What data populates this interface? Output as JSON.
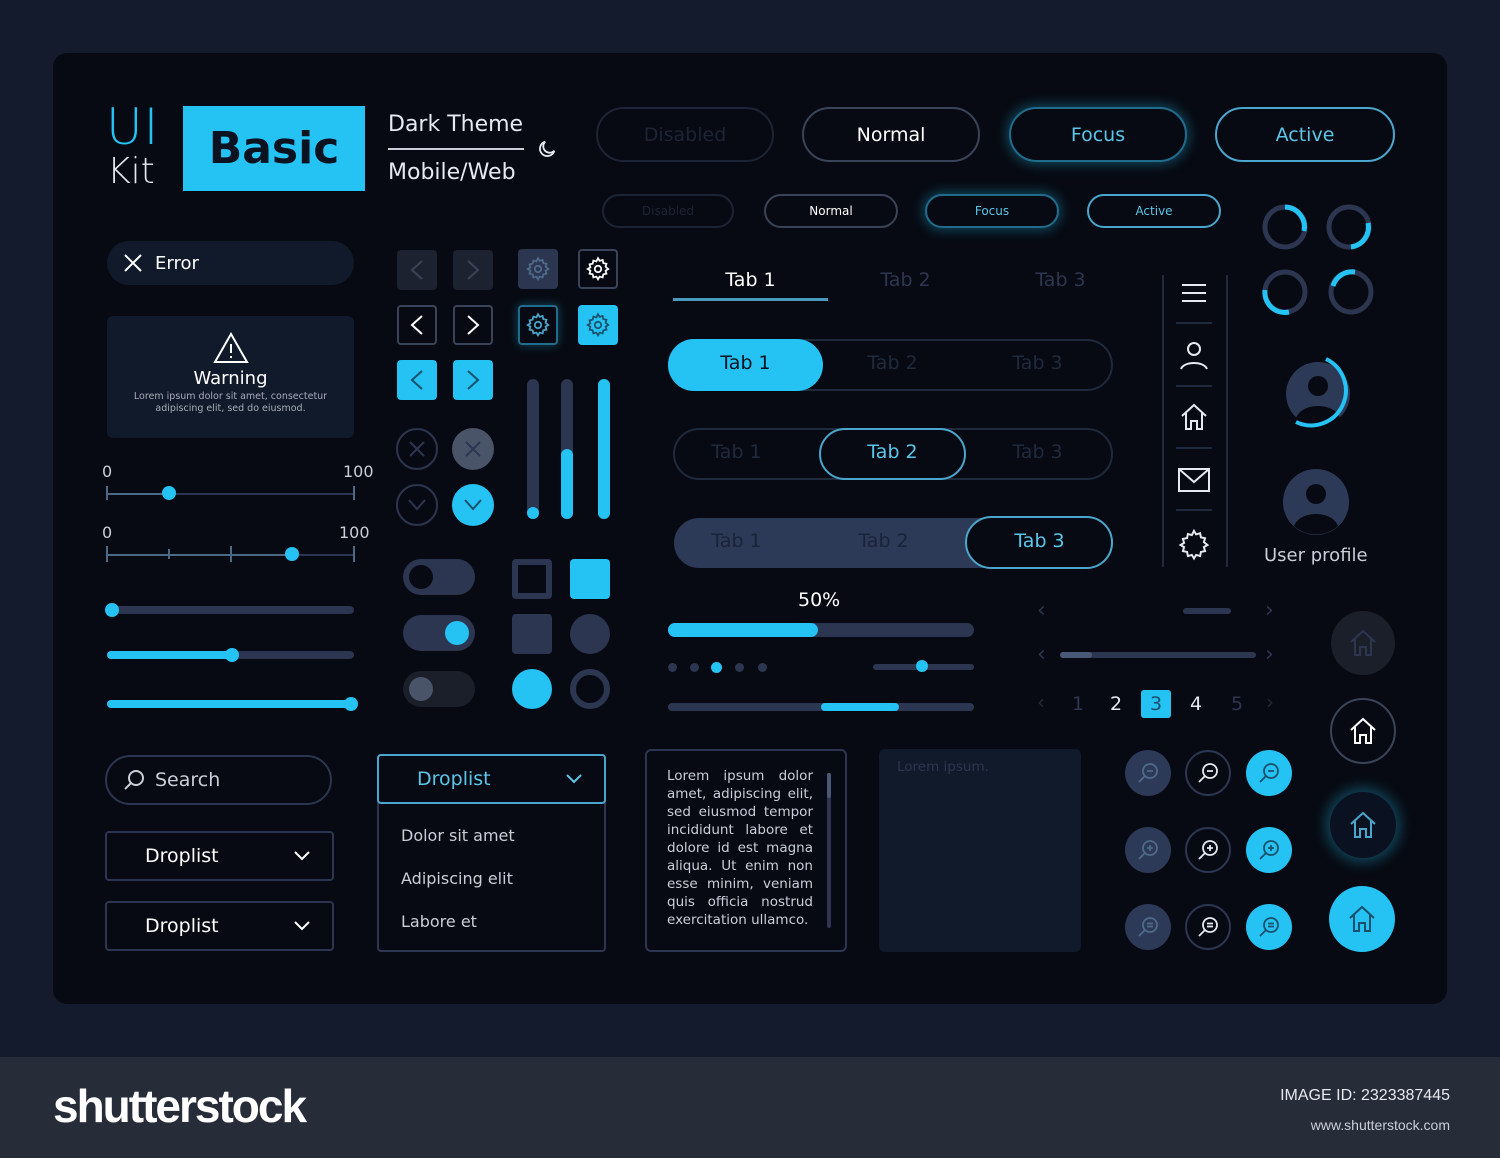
{
  "header": {
    "ui": "UI",
    "kit": "Kit",
    "badge": "Basic",
    "theme": "Dark Theme",
    "platform": "Mobile/Web",
    "theme_icon": "moon-icon"
  },
  "buttons_large": [
    {
      "label": "Disabled",
      "state": "disabled"
    },
    {
      "label": "Normal",
      "state": "normal"
    },
    {
      "label": "Focus",
      "state": "focus"
    },
    {
      "label": "Active",
      "state": "active"
    }
  ],
  "buttons_small": [
    {
      "label": "Disabled",
      "state": "disabled"
    },
    {
      "label": "Normal",
      "state": "normal"
    },
    {
      "label": "Focus",
      "state": "focus"
    },
    {
      "label": "Active",
      "state": "active"
    }
  ],
  "alerts": {
    "error_label": "Error",
    "warning_title": "Warning",
    "warning_body": "Lorem ipsum dolor sit amet, consectetur adipiscing elit, sed do eiusmod."
  },
  "sliders": {
    "slider1": {
      "min": "0",
      "max": "100",
      "value": 20
    },
    "slider2": {
      "min": "0",
      "max": "100",
      "value": 75
    },
    "slider3_value": 0,
    "slider4_value": 50,
    "slider5_value": 100
  },
  "vertical_sliders": [
    0,
    45,
    100
  ],
  "tabs": {
    "underline": [
      "Tab 1",
      "Tab 2",
      "Tab 3"
    ],
    "filled": [
      "Tab 1",
      "Tab 2",
      "Tab 3"
    ],
    "outlined": [
      "Tab 1",
      "Tab 2",
      "Tab 3"
    ],
    "segmented": [
      "Tab 1",
      "Tab 2",
      "Tab 3"
    ]
  },
  "sidenav": [
    "menu-icon",
    "user-icon",
    "home-icon",
    "mail-icon",
    "gear-icon"
  ],
  "loaders": [
    25,
    40,
    35,
    45
  ],
  "profile": {
    "label": "User profile",
    "progress": 60
  },
  "progress": {
    "label": "50%",
    "value": 50,
    "dots": 5,
    "active_dot": 3
  },
  "pagination": {
    "pages": [
      "1",
      "2",
      "3",
      "4",
      "5"
    ],
    "current": "3"
  },
  "search": {
    "placeholder": "Search"
  },
  "droplists": [
    {
      "label": "Droplist"
    },
    {
      "label": "Droplist"
    }
  ],
  "droplist_open": {
    "label": "Droplist",
    "options": [
      "Dolor sit amet",
      "Adipiscing elit",
      "Labore et"
    ]
  },
  "textarea": {
    "value": "Lorem ipsum dolor amet, adipiscing elit, sed eiusmod tempor incididunt labore et dolore id est magna aliqua. Ut enim non esse minim, veniam quis officia nostrud exercitation ullamco."
  },
  "textbox": {
    "placeholder": "Lorem ipsum."
  },
  "footer": {
    "logo": "shutterstock",
    "image_id": "IMAGE ID: 2323387445",
    "site": "www.shutterstock.com"
  },
  "colors": {
    "accent": "#25c2f4",
    "background": "#070a12",
    "surface": "#111a2a",
    "muted": "#2c3650",
    "outer": "#131b2c"
  }
}
